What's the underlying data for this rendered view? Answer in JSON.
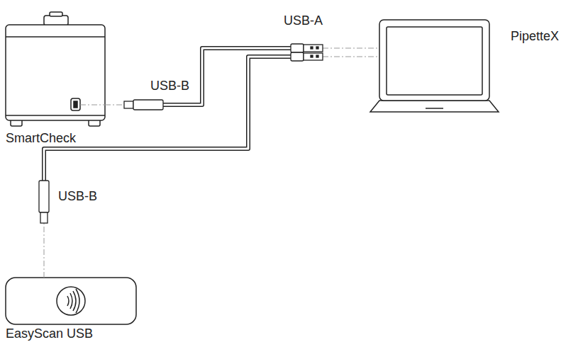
{
  "diagram": {
    "nodes": [
      {
        "text": [
          "SmartCheck"
        ]
      },
      {
        "text": [
          "PipetteX"
        ]
      },
      {
        "text": [
          "EasyScan USB"
        ]
      }
    ],
    "edges": [
      {
        "from": 0,
        "to": 1,
        "arrow": "none"
      },
      {
        "from": 2,
        "to": 1,
        "arrow": "none"
      }
    ],
    "labels": [
      "USB-B",
      "USB-A",
      "USB-B"
    ]
  }
}
